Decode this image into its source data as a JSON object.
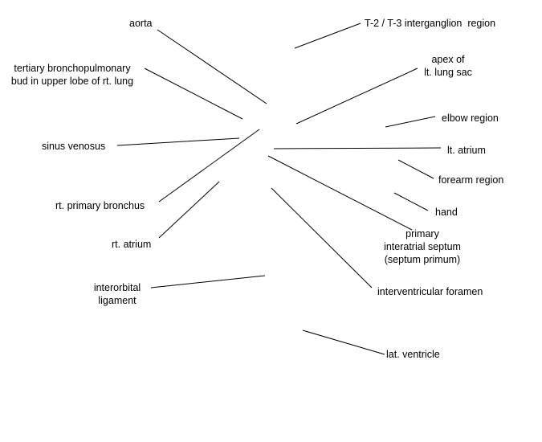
{
  "labels": {
    "aorta": "aorta",
    "tertiary_bud": "tertiary bronchopulmonary\nbud in upper lobe of rt. lung",
    "sinus_venosus": "sinus venosus",
    "rt_primary_bronchus": "rt. primary bronchus",
    "rt_atrium": "rt. atrium",
    "interorbital_ligament": "interorbital\nligament",
    "t2_t3": "T-2 / T-3 interganglion  region",
    "apex_lt_lung_sac": "apex of\nlt. lung sac",
    "elbow_region": "elbow region",
    "lt_atrium": "lt. atrium",
    "forearm_region": "forearm region",
    "hand": "hand",
    "primary_septum": "primary\ninteratrial septum\n(septum primum)",
    "interventricular_foramen": "interventricular foramen",
    "lat_ventricle": "lat. ventricle"
  }
}
